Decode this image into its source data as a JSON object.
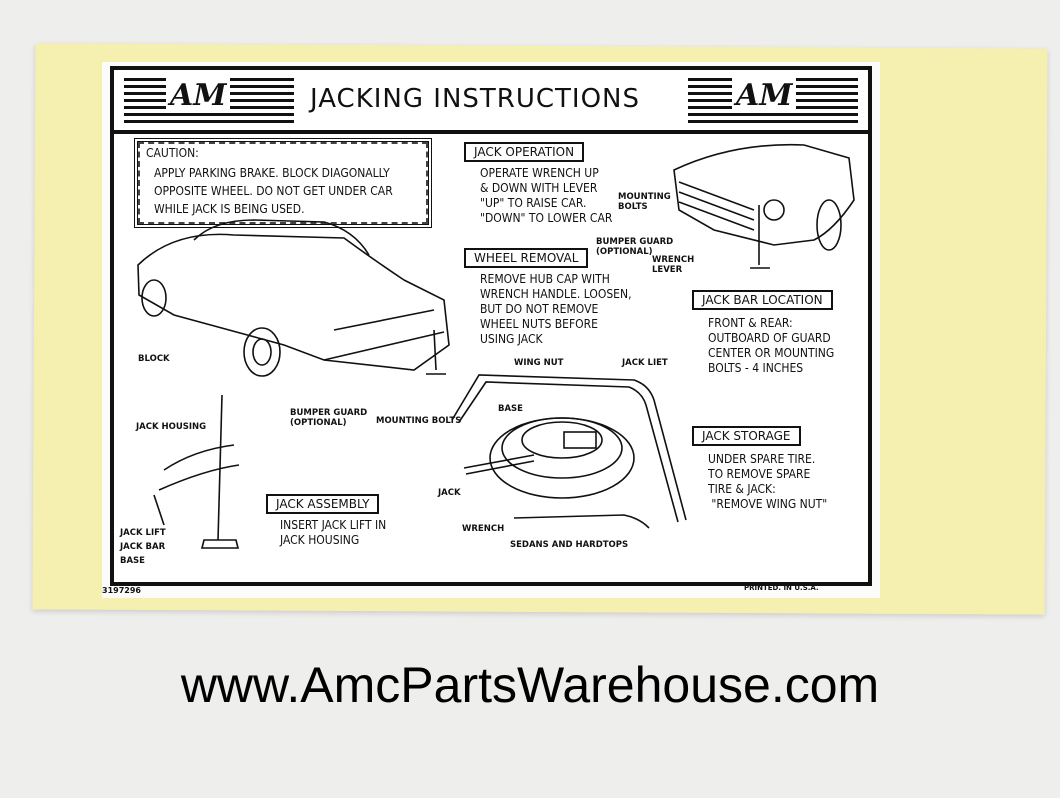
{
  "decal": {
    "title": "JACKING INSTRUCTIONS",
    "logo_text": "AM",
    "caution": {
      "heading": "CAUTION:",
      "text": "APPLY PARKING BRAKE. BLOCK DIAGONALLY\nOPPOSITE WHEEL. DO NOT GET UNDER CAR\nWHILE JACK IS BEING USED."
    },
    "sections": [
      {
        "heading": "JACK OPERATION",
        "text": "OPERATE WRENCH UP\n& DOWN WITH LEVER\n\"UP\" TO RAISE CAR.\n\"DOWN\" TO LOWER CAR"
      },
      {
        "heading": "WHEEL REMOVAL",
        "text": "REMOVE HUB CAP WITH\nWRENCH HANDLE. LOOSEN,\nBUT DO NOT REMOVE\nWHEEL NUTS BEFORE\nUSING JACK"
      },
      {
        "heading": "JACK BAR LOCATION",
        "text": "FRONT & REAR:\nOUTBOARD OF GUARD\nCENTER OR MOUNTING\nBOLTS - 4 INCHES"
      },
      {
        "heading": "JACK STORAGE",
        "text": "UNDER SPARE TIRE.\nTO REMOVE SPARE\nTIRE & JACK:\n \"REMOVE WING NUT\""
      },
      {
        "heading": "JACK  ASSEMBLY",
        "text": "INSERT JACK LIFT IN\nJACK HOUSING"
      }
    ],
    "labels": {
      "mounting_bolts_front": "MOUNTING\nBOLTS",
      "bumper_guard_front": "BUMPER GUARD\n(OPTIONAL)",
      "wrench_lever": "WRENCH\nLEVER",
      "block": "BLOCK",
      "bumper_guard_rear": "BUMPER GUARD\n(OPTIONAL)",
      "mounting_bolts_rear": "MOUNTING BOLTS",
      "jack_housing": "JACK HOUSING",
      "jack_lift": "JACK LIFT",
      "jack_bar": "JACK BAR",
      "base": "BASE",
      "wing_nut": "WING NUT",
      "jack_liet": "JACK LIET",
      "storage_base": "BASE",
      "jack": "JACK",
      "wrench": "WRENCH",
      "sedans": "SEDANS AND HARDTOPS"
    },
    "part_number": "3197296",
    "printed": "PRINTED. IN U.S.A."
  },
  "website": "www.AmcPartsWarehouse.com"
}
